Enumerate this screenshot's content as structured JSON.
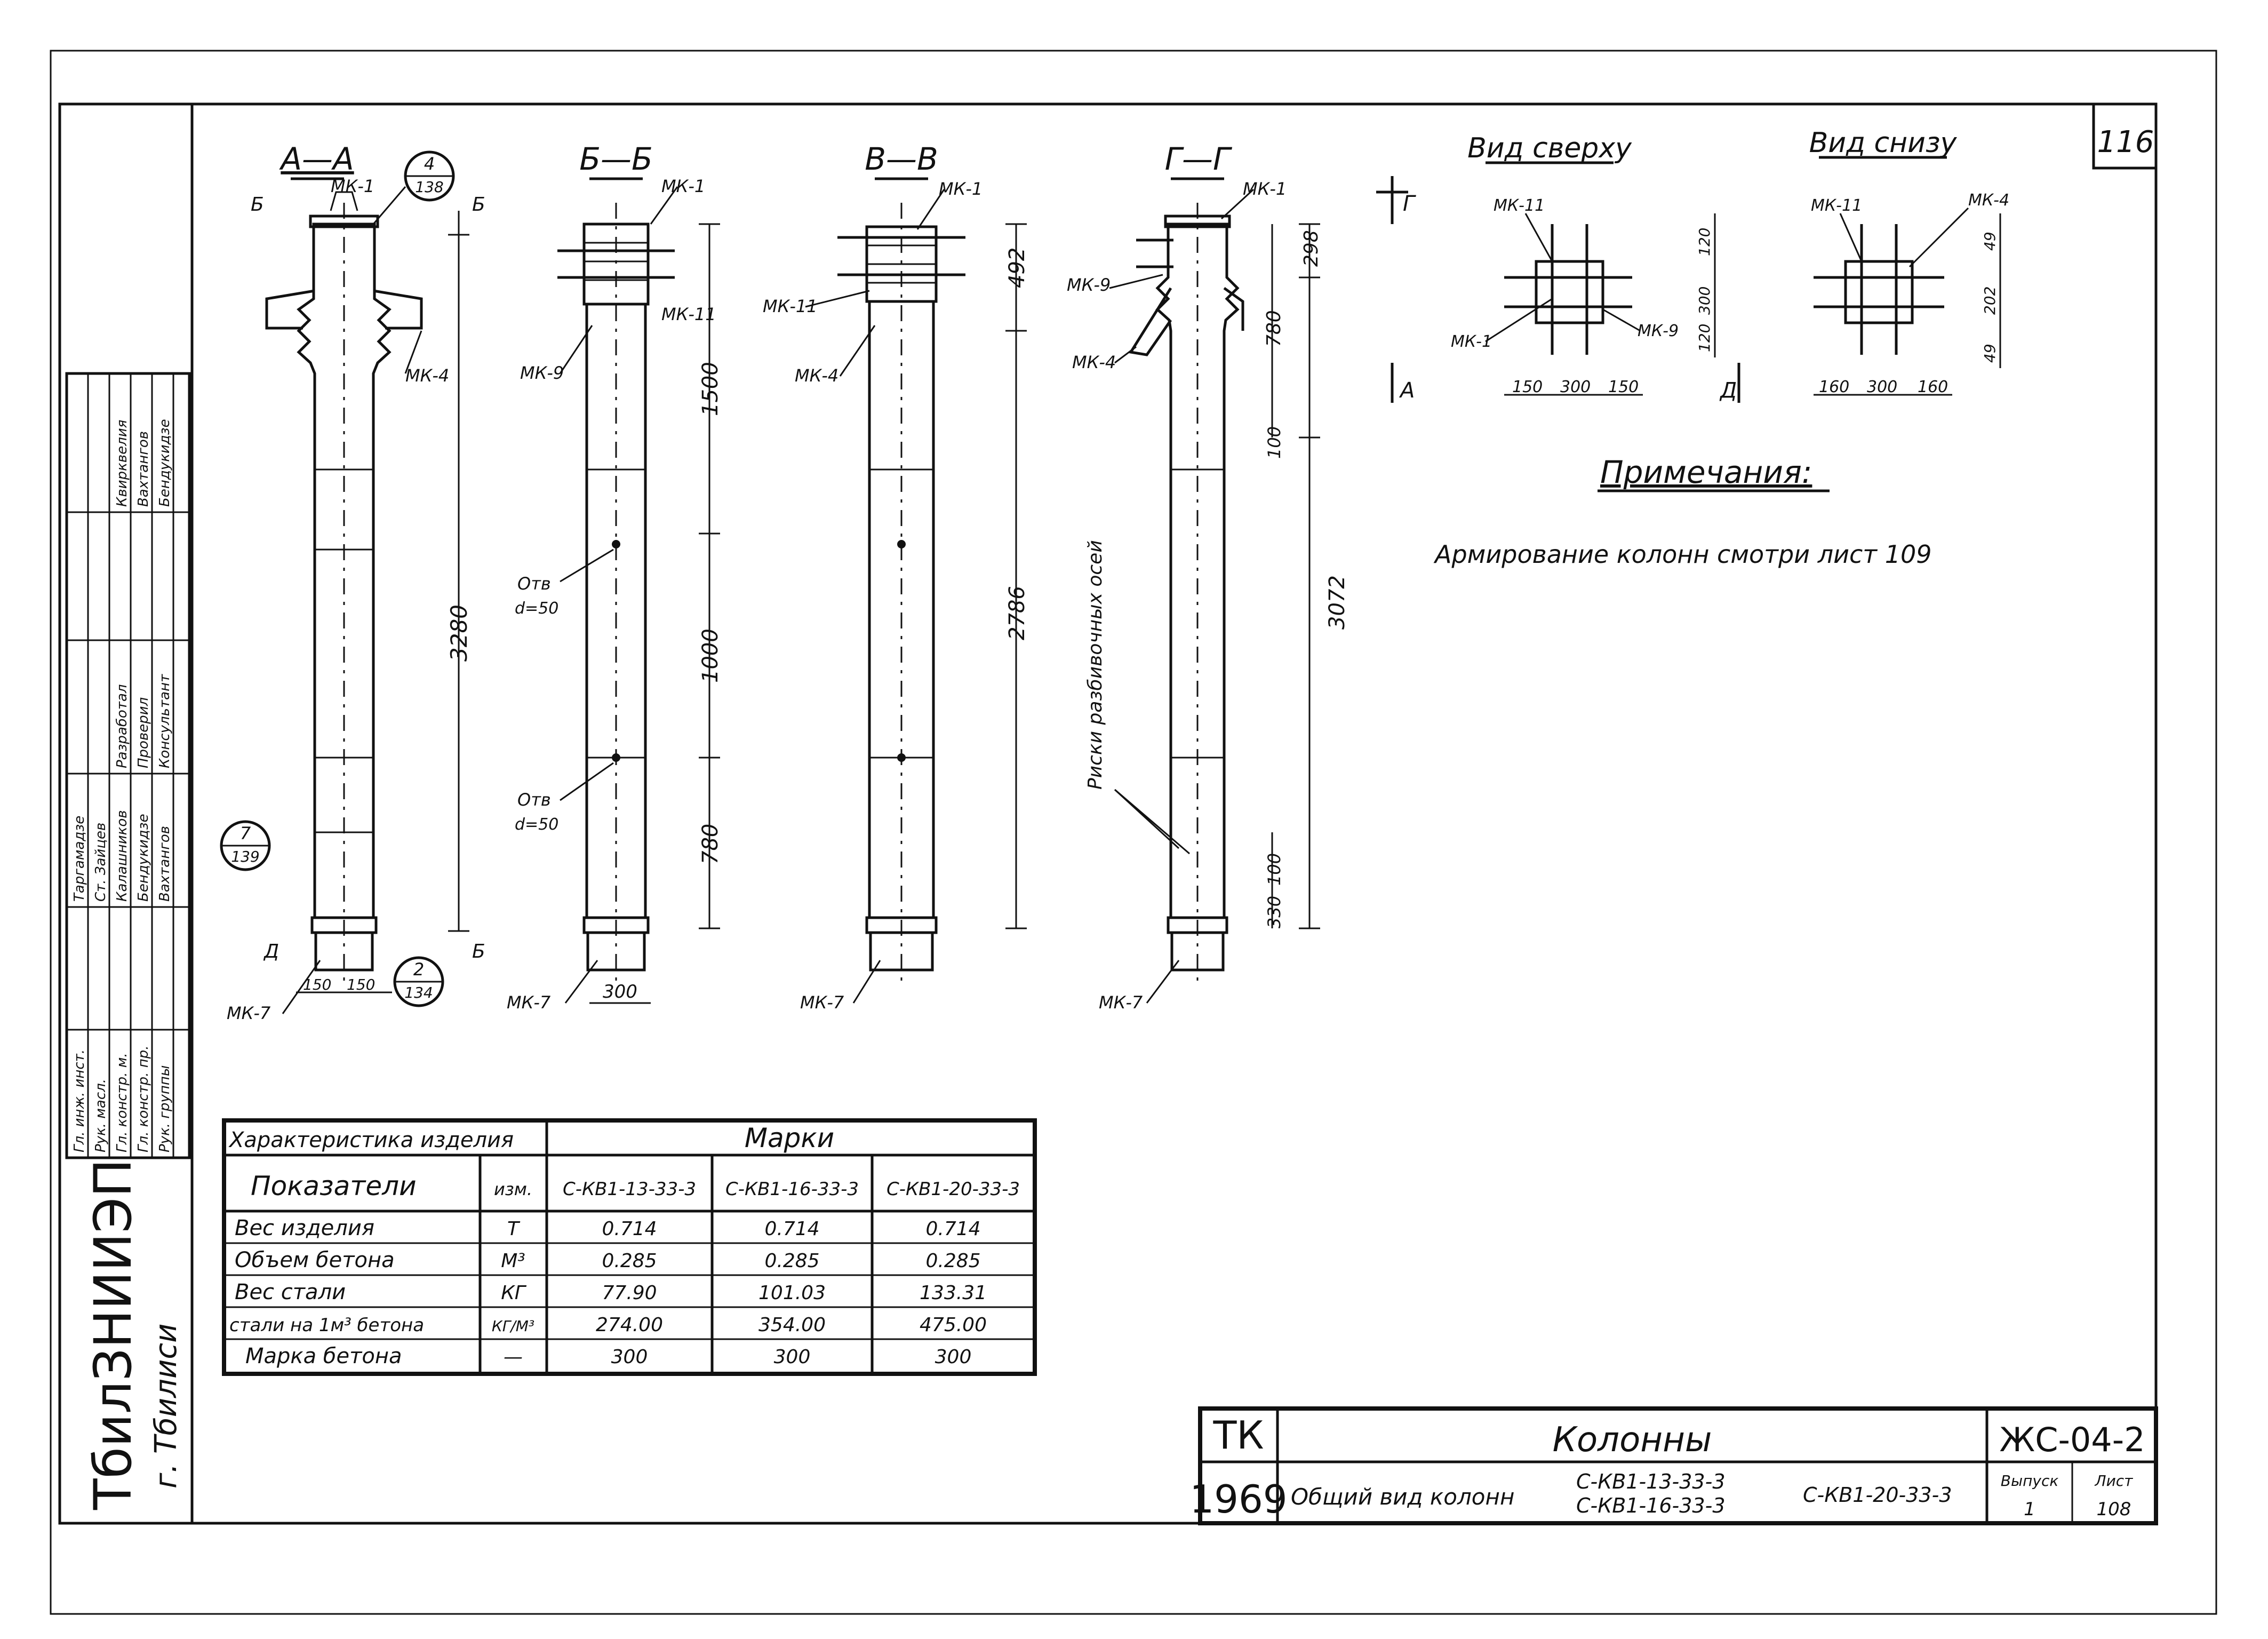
{
  "sheet": {
    "sheet_top_right": "116",
    "org_name": "ТбилЗНИИЭП",
    "org_city": "г. Тбилиси",
    "year": "1969",
    "series_code": "ТК",
    "title": "Колонны",
    "subtitle": "Общий вид колонн",
    "marks_line1": "С-КВ1-13-33-3",
    "marks_line2": "С-КВ1-16-33-3",
    "marks_line3": "С-КВ1-20-33-3",
    "doc_code": "ЖС-04-2",
    "issue_label": "Выпуск",
    "issue_value": "1",
    "list_label": "Лист",
    "list_value": "108"
  },
  "sections": {
    "aa": "А—А",
    "bb": "Б—Б",
    "vv": "В—В",
    "gg": "Г—Г",
    "top_view": "Вид сверху",
    "bottom_view": "Вид снизу"
  },
  "labels": {
    "mk1": "МК-1",
    "mk4": "МК-4",
    "mk7": "МК-7",
    "mk11": "МК-11",
    "mk9": "МК-9",
    "hole1": "Отв",
    "hole_d": "d=50",
    "axis_marks": "Риски разбивочных осей",
    "cut_a": "А",
    "cut_b": "Б",
    "cut_g": "Г",
    "cut_d": "Д",
    "callout1_top": "4",
    "callout1_bot": "138",
    "callout2_top": "7",
    "callout2_bot": "139",
    "callout3_top": "2",
    "callout3_bot": "134"
  },
  "dims": {
    "d3280": "3280",
    "d1500": "1500",
    "d1000": "1000",
    "d780": "780",
    "d492": "492",
    "d2786": "2786",
    "d780b": "780",
    "d3072": "3072",
    "d780c": "780",
    "d298": "298",
    "d330": "330",
    "d100": "100",
    "d150a": "150",
    "d150b": "150",
    "d300": "300",
    "top_w": [
      "150",
      "300",
      "150"
    ],
    "bot_w": [
      "160",
      "300",
      "160"
    ],
    "top_h": [
      "120",
      "300",
      "120"
    ],
    "bot_h": [
      "49",
      "202",
      "49"
    ]
  },
  "notes": {
    "heading": "Примечания:",
    "text": "Армирование колонн смотри лист 109"
  },
  "stamp": {
    "rows": [
      {
        "role": "Гл. инж. инст.",
        "name": "Таргамадзе"
      },
      {
        "role": "Рук. масл.",
        "name": "Ст. Зайцев"
      },
      {
        "role": "Гл. констр. м.",
        "name": "Калашников"
      },
      {
        "role": "Гл. констр. пр.",
        "name": "Бендукидзе"
      },
      {
        "role": "Рук. группы",
        "name": "Вахтангов"
      }
    ],
    "cols": [
      {
        "role": "Разработал",
        "name": "Квирквелия"
      },
      {
        "role": "Проверил",
        "name": "Вахтангов"
      },
      {
        "role": "Консультант",
        "name": "Бендукидзе"
      }
    ]
  },
  "table": {
    "header_left": "Характеристика изделия",
    "header_right": "Марки",
    "col_param": "Показатели",
    "col_unit": "изм.",
    "marks": [
      "С-КВ1-13-33-3",
      "С-КВ1-16-33-3",
      "С-КВ1-20-33-3"
    ],
    "rows": [
      {
        "name": "Вес изделия",
        "unit": "Т",
        "values": [
          "0.714",
          "0.714",
          "0.714"
        ]
      },
      {
        "name": "Объем бетона",
        "unit": "М³",
        "values": [
          "0.285",
          "0.285",
          "0.285"
        ]
      },
      {
        "name": "Вес стали",
        "unit": "КГ",
        "values": [
          "77.90",
          "101.03",
          "133.31"
        ]
      },
      {
        "name": "стали на 1м³ бетона",
        "unit": "КГ/М³",
        "values": [
          "274.00",
          "354.00",
          "475.00"
        ]
      },
      {
        "name": "Марка бетона",
        "unit": "—",
        "values": [
          "300",
          "300",
          "300"
        ]
      }
    ]
  }
}
